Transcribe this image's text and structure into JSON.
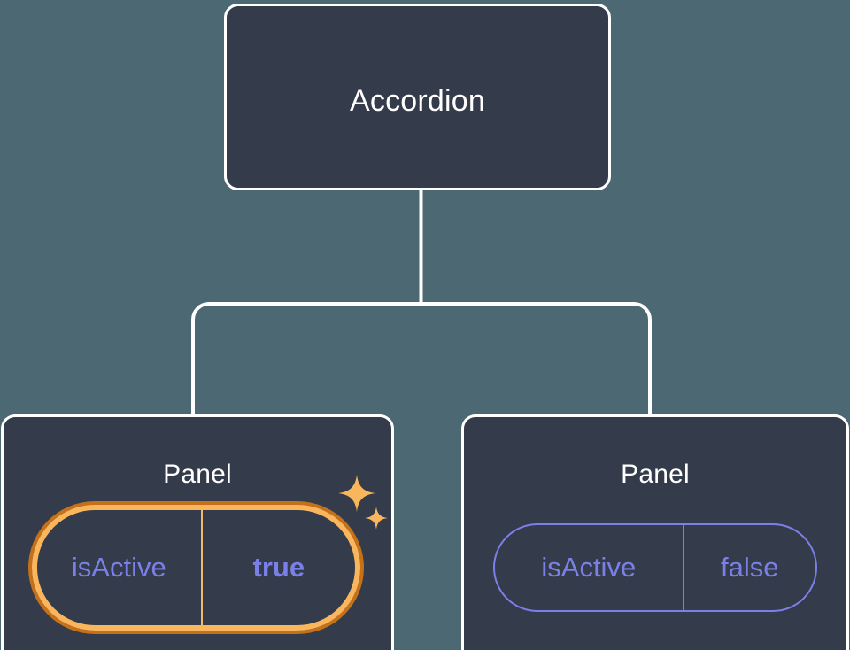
{
  "diagram": {
    "type": "component-tree",
    "background_color": "#4c6873",
    "node_fill_color": "#343b4a",
    "node_border_color": "#ffffff",
    "connector_color": "#ffffff",
    "accent_highlight_outer": "#c4711a",
    "accent_highlight_inner": "#f9b65c",
    "prop_text_color": "#7b80e8",
    "root": {
      "label": "Accordion"
    },
    "children": [
      {
        "label": "Panel",
        "highlighted": true,
        "prop": {
          "key": "isActive",
          "value": "true",
          "value_emphasis": "bold"
        },
        "sparkles": [
          {
            "name": "sparkle-large"
          },
          {
            "name": "sparkle-small"
          }
        ]
      },
      {
        "label": "Panel",
        "highlighted": false,
        "prop": {
          "key": "isActive",
          "value": "false",
          "value_emphasis": "normal"
        }
      }
    ]
  }
}
